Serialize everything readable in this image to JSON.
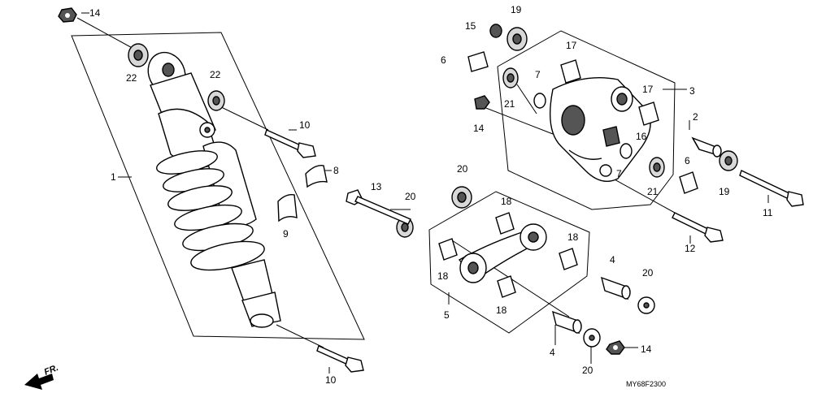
{
  "diagram": {
    "drawing_code": "MY68F2300",
    "direction_label": "FR.",
    "callouts": [
      {
        "id": "c14a",
        "text": "14"
      },
      {
        "id": "c22a",
        "text": "22"
      },
      {
        "id": "c22b",
        "text": "22"
      },
      {
        "id": "c10a",
        "text": "10"
      },
      {
        "id": "c1",
        "text": "1"
      },
      {
        "id": "c8",
        "text": "8"
      },
      {
        "id": "c9",
        "text": "9"
      },
      {
        "id": "c10b",
        "text": "10"
      },
      {
        "id": "c19a",
        "text": "19"
      },
      {
        "id": "c15",
        "text": "15"
      },
      {
        "id": "c6a",
        "text": "6"
      },
      {
        "id": "c17a",
        "text": "17"
      },
      {
        "id": "c3",
        "text": "3"
      },
      {
        "id": "c7a",
        "text": "7"
      },
      {
        "id": "c21a",
        "text": "21"
      },
      {
        "id": "c14b",
        "text": "14"
      },
      {
        "id": "c17b",
        "text": "17"
      },
      {
        "id": "c16",
        "text": "16"
      },
      {
        "id": "c2",
        "text": "2"
      },
      {
        "id": "c7b",
        "text": "7"
      },
      {
        "id": "c6b",
        "text": "6"
      },
      {
        "id": "c21b",
        "text": "21"
      },
      {
        "id": "c19b",
        "text": "19"
      },
      {
        "id": "c11",
        "text": "11"
      },
      {
        "id": "c12",
        "text": "12"
      },
      {
        "id": "c20a",
        "text": "20"
      },
      {
        "id": "c13",
        "text": "13"
      },
      {
        "id": "c20b",
        "text": "20"
      },
      {
        "id": "c18a",
        "text": "18"
      },
      {
        "id": "c18b",
        "text": "18"
      },
      {
        "id": "c18c",
        "text": "18"
      },
      {
        "id": "c18d",
        "text": "18"
      },
      {
        "id": "c5",
        "text": "5"
      },
      {
        "id": "c4a",
        "text": "4"
      },
      {
        "id": "c20c",
        "text": "20"
      },
      {
        "id": "c4b",
        "text": "4"
      },
      {
        "id": "c20d",
        "text": "20"
      },
      {
        "id": "c14c",
        "text": "14"
      }
    ]
  }
}
